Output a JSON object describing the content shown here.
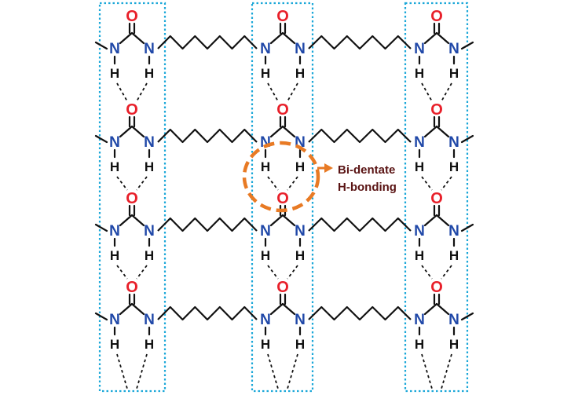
{
  "atoms": {
    "oxygen": "O",
    "nitrogen": "N",
    "hydrogen": "H"
  },
  "callout": {
    "line1": "Bi-dentate",
    "line2": "H-bonding"
  },
  "colors": {
    "oxygen": "#e8202a",
    "nitrogen": "#2048a8",
    "box": "#1aa7d8",
    "callout": "#e87a24",
    "callout_text": "#5a1414"
  }
}
